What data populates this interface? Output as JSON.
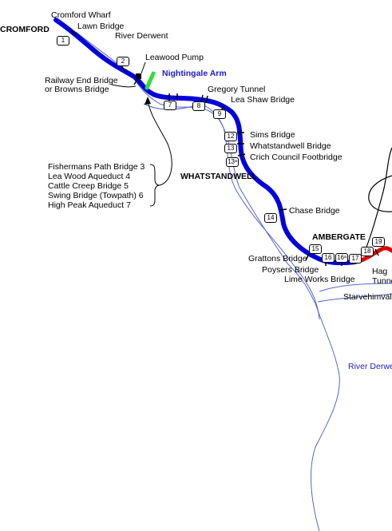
{
  "towns": {
    "cromford": "CROMFORD",
    "whatstandwell": "WHATSTANDWELL",
    "ambergate": "AMBERGATE"
  },
  "labels": {
    "cromford_wharf": "Cromford Wharf",
    "lawn_bridge": "Lawn Bridge",
    "river_derwent_top": "River Derwent",
    "leawood_pump": "Leawood Pump",
    "nightingale_arm": "Nightingale Arm",
    "railway_end_bridge_1": "Railway End Bridge",
    "railway_end_bridge_2": "or Browns Bridge",
    "gregory_tunnel": "Gregory Tunnel",
    "lea_shaw_bridge": "Lea Shaw Bridge",
    "sims_bridge": "Sims Bridge",
    "whatstandwell_bridge": "Whatstandwell Bridge",
    "crich_council_footbridge": "Crich Council Footbridge",
    "chase_bridge": "Chase Bridge",
    "grattons_bridge": "Grattons Bridge",
    "poysers_bridge": "Poysers Bridge",
    "lime_works_bridge": "Lime Works Bridge",
    "hag_tunnel_1": "Hag",
    "hag_tunnel_2": "Tunne",
    "starvehimval": "Starvehimval",
    "river_derwent_bottom": "River Derwe"
  },
  "bridge_list": [
    "Fishermans Path Bridge 3",
    "Lea Wood Aqueduct 4",
    "Cattle Creep Bridge 5",
    "Swing Bridge (Towpath) 6",
    "High Peak Aqueduct 7"
  ],
  "markers": {
    "m1": "1",
    "m2": "2",
    "m7": "7",
    "m8": "8",
    "m9": "9",
    "m12": "12",
    "m13": "13",
    "m13a": "13ᵃ",
    "m14": "14",
    "m15": "15",
    "m16": "16",
    "m16a": "16ᵃ",
    "m17": "17",
    "m18": "18",
    "m19": "19"
  },
  "colors": {
    "canal": "#0000dd",
    "canal_disused": "#dd0000",
    "arm": "#33dd33",
    "river": "#5566cc",
    "text": "#000000"
  }
}
